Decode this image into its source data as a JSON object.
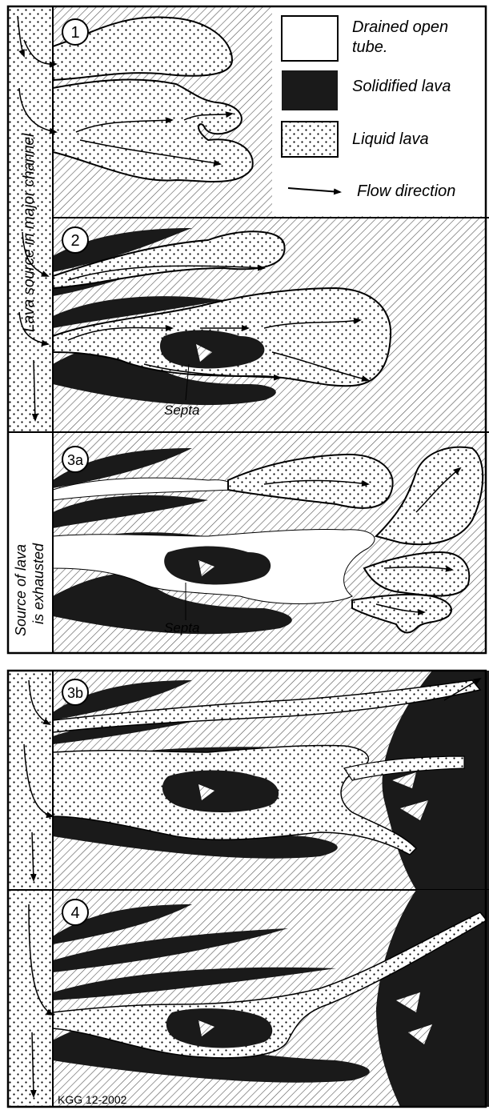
{
  "legend": {
    "drained_line1": "Drained open",
    "drained_line2": "tube.",
    "solidified": "Solidified lava",
    "liquid": "Liquid lava",
    "flow": "Flow direction"
  },
  "stages": {
    "s1": "1",
    "s2": "2",
    "s3a": "3a",
    "s3b": "3b",
    "s4": "4"
  },
  "side_labels": {
    "top": "Lava source in major channel",
    "exhausted_line1": "Source of lava",
    "exhausted_line2": "is exhausted"
  },
  "annotations": {
    "septa_2": "Septa",
    "septa_3a": "Septa",
    "credit": "KGG 12-2002"
  },
  "colors": {
    "solid": "#1a1a1a",
    "liquid_bg": "#ffffff",
    "dots": "#000000",
    "hatch": "#555555"
  }
}
